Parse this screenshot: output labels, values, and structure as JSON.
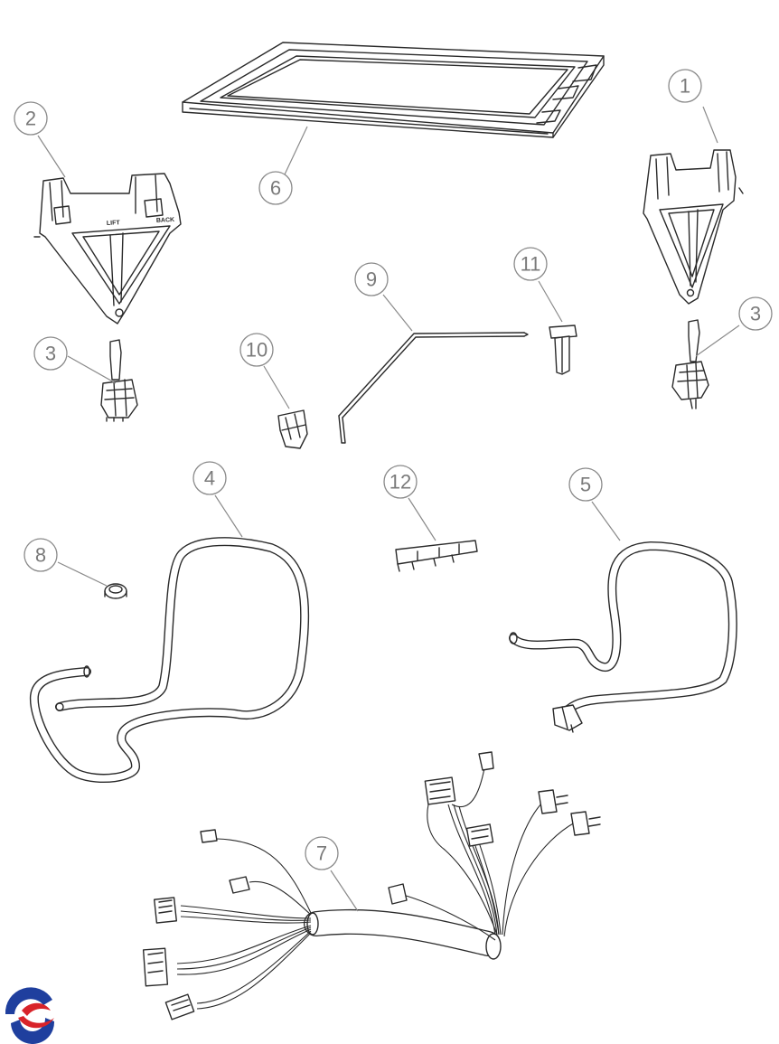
{
  "callouts": {
    "c1": "1",
    "c2": "2",
    "c3a": "3",
    "c3b": "3",
    "c4": "4",
    "c5": "5",
    "c6": "6",
    "c7": "7",
    "c8": "8",
    "c9": "9",
    "c10": "10",
    "c11": "11",
    "c12": "12"
  },
  "part_markings": {
    "bracket_left_text": "LIFT",
    "bracket_right_text": "BACK"
  },
  "colors": {
    "line": "#2a2a2a",
    "callout": "#8a8a8a",
    "logo_blue": "#1f3f9e",
    "logo_red": "#d8232a"
  },
  "icons": {
    "logo": "brand-swirl-logo"
  }
}
